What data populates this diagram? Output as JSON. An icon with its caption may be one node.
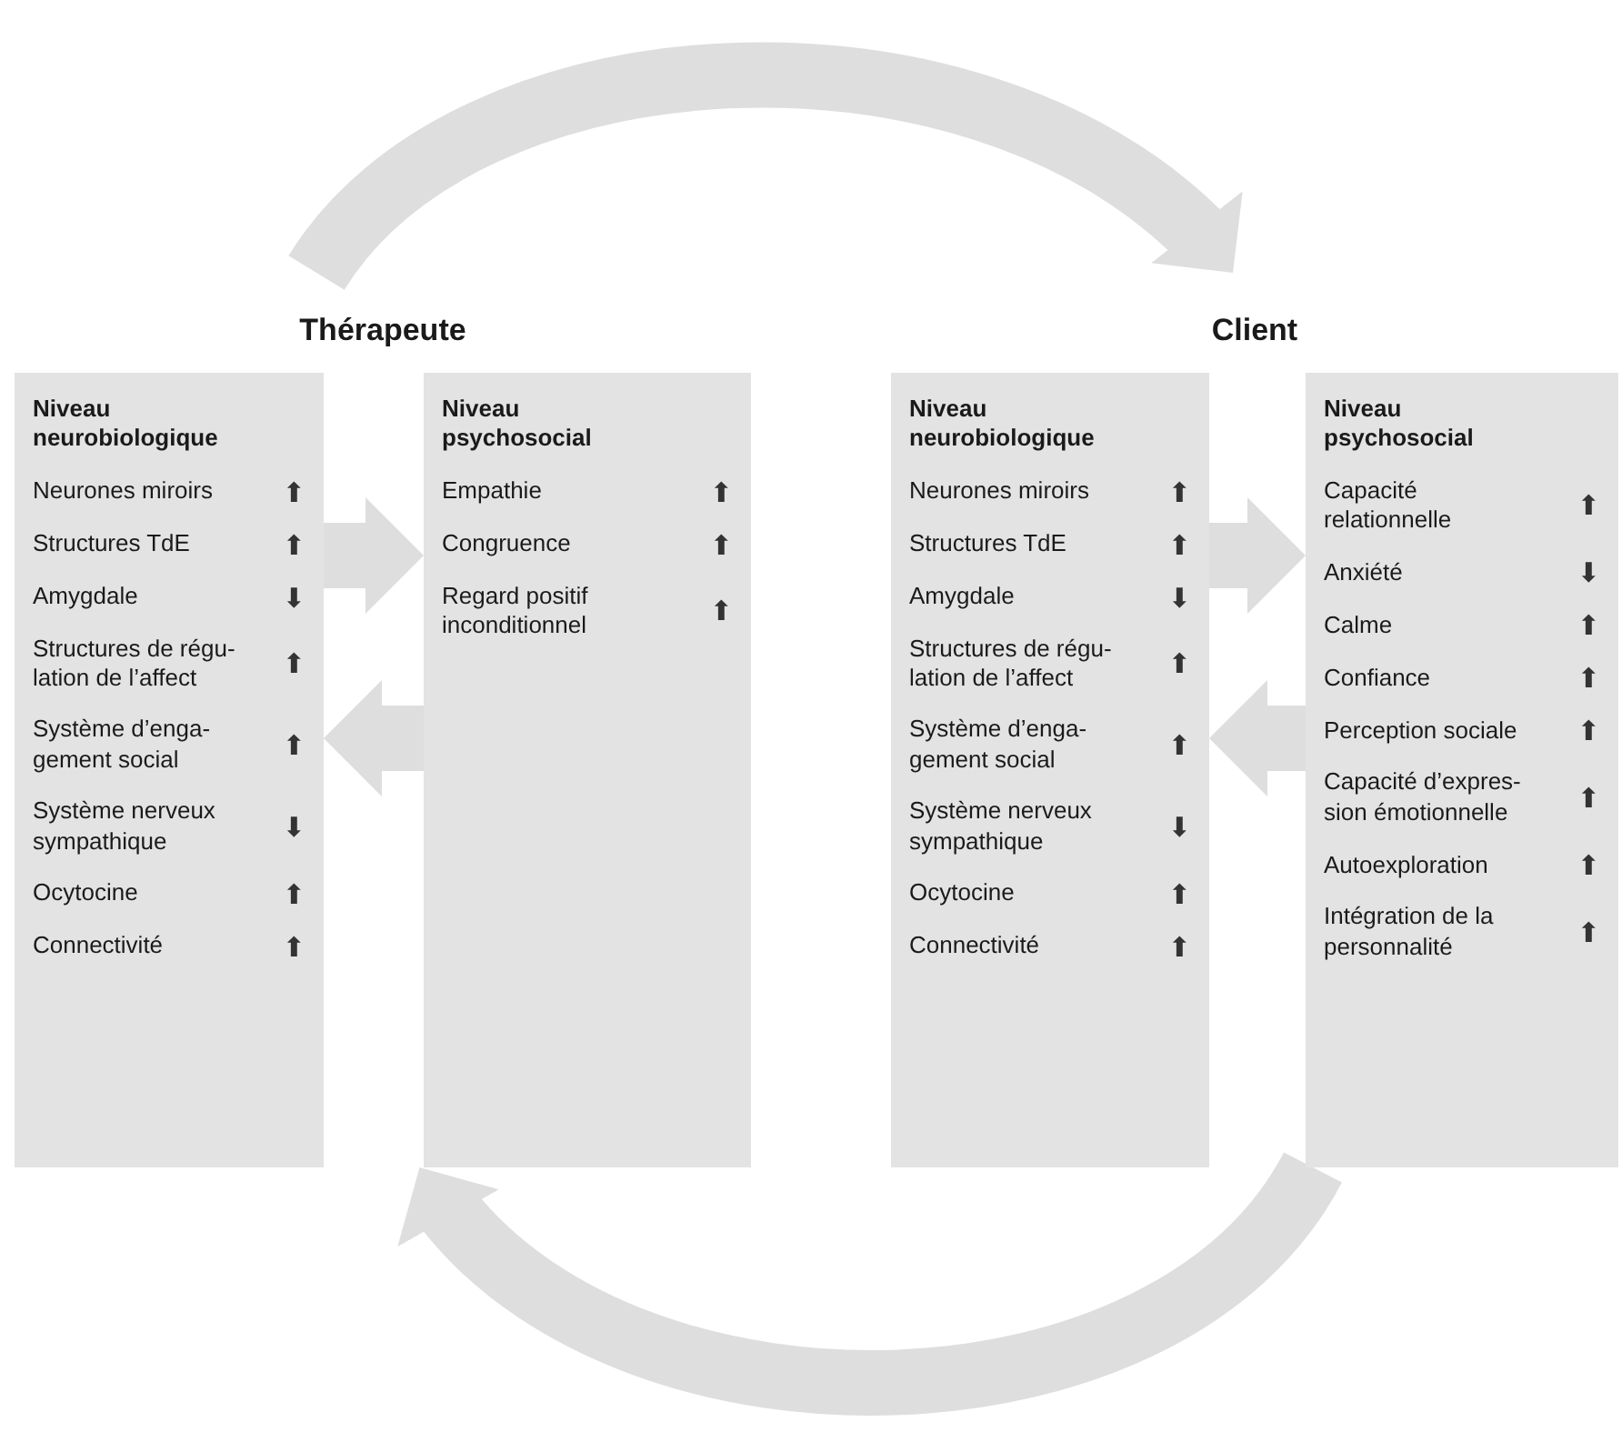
{
  "diagram": {
    "nodes": [
      {
        "text": [
          "Thérapeute"
        ]
      },
      {
        "text": [
          "Niveau neurobiologique",
          "Neurones miroirs",
          "⬆",
          "Structures TdE",
          "⬆",
          "Amygdale",
          "⬇",
          "Structures de régu- lation de l’affect",
          "⬆",
          "Système d’enga- gement social",
          "⬆",
          "Système nerveux sympathique",
          "⬇",
          "Ocytocine",
          "⬆",
          "Connectivité",
          "⬆"
        ],
        "in": 0
      },
      {
        "text": [
          "Niveau psychosocial",
          "Empathie",
          "⬆",
          "Congruence",
          "⬆",
          "Regard positif inconditionnel",
          "⬆"
        ],
        "in": 0
      },
      {
        "text": [
          "Client"
        ]
      },
      {
        "text": [
          "Niveau neurobiologique",
          "Neurones miroirs",
          "⬆",
          "Structures TdE",
          "⬆",
          "Amygdale",
          "⬇",
          "Structures de régu- lation de l’affect",
          "⬆",
          "Système d’enga- gement social",
          "⬆",
          "Système nerveux sympathique",
          "⬇",
          "Ocytocine",
          "⬆",
          "Connectivité",
          "⬆"
        ],
        "in": 3
      },
      {
        "text": [
          "Niveau psychosocial",
          "Capacité relationnelle",
          "⬆",
          "Anxiété",
          "⬇",
          "Calme",
          "⬆",
          "Confiance",
          "⬆",
          "Perception sociale",
          "⬆",
          "Capacité d’expres- sion émotionnelle",
          "⬆",
          "Autoexploration",
          "⬆",
          "Intégration de la personnalité",
          "⬆"
        ],
        "in": 3
      }
    ],
    "edges": [
      {
        "from": 1,
        "to": 2,
        "arrow": "to"
      },
      {
        "from": 2,
        "to": 1,
        "arrow": "to"
      },
      {
        "from": 4,
        "to": 5,
        "arrow": "to"
      },
      {
        "from": 5,
        "to": 4,
        "arrow": "to"
      },
      {
        "from": 0,
        "to": 3,
        "arrow": "to"
      },
      {
        "from": 3,
        "to": 0,
        "arrow": "to"
      }
    ]
  }
}
